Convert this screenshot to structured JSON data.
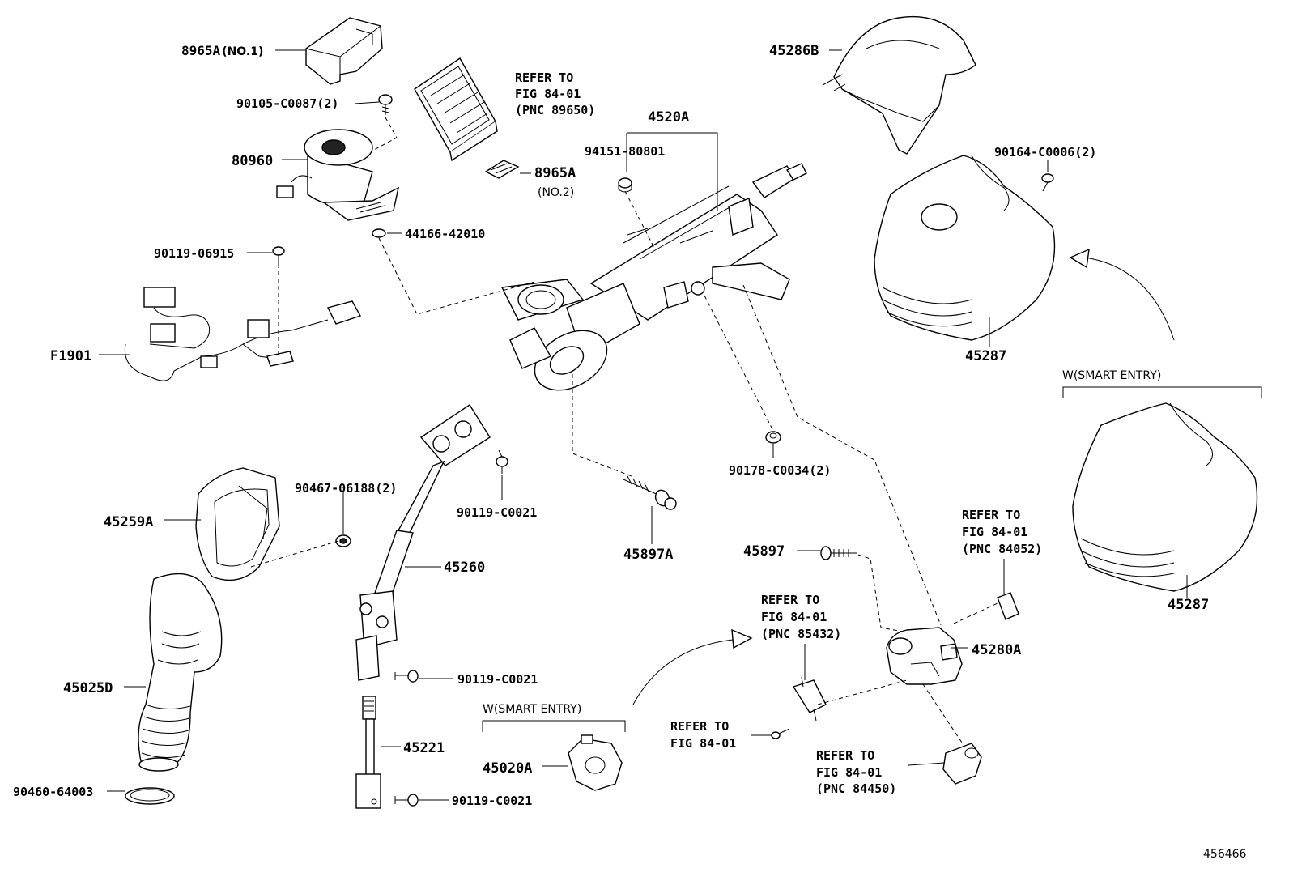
{
  "parts": {
    "p8965A_1": {
      "number": "8965A",
      "note": "(NO.1)"
    },
    "p90105": "90105-C0087(2)",
    "p80960": "80960",
    "p44166": "44166-42010",
    "p90119_06915": "90119-06915",
    "pF1901": "F1901",
    "p8965A_2": {
      "number": "8965A",
      "note": "(NO.2)"
    },
    "p4520A": "4520A",
    "p94151": "94151-80801",
    "p45286B": "45286B",
    "p90164": "90164-C0006(2)",
    "p45287_a": "45287",
    "p45287_b": "45287",
    "p45259A": "45259A",
    "p90467": "90467-06188(2)",
    "p90119_C0021_a": "90119-C0021",
    "p45260": "45260",
    "p45897A": "45897A",
    "p90178": "90178-C0034(2)",
    "p45897": "45897",
    "p45280A": "45280A",
    "p45025D": "45025D",
    "p90119_C0021_b": "90119-C0021",
    "p45221": "45221",
    "p90119_C0021_c": "90119-C0021",
    "p45020A": "45020A",
    "p90460": "90460-64003"
  },
  "refs": {
    "r89650": [
      "REFER TO",
      "FIG 84-01",
      "(PNC 89650)"
    ],
    "r84052": [
      "REFER TO",
      "FIG 84-01",
      "(PNC 84052)"
    ],
    "r85432": [
      "REFER TO",
      "FIG 84-01",
      "(PNC 85432)"
    ],
    "r8401": [
      "REFER TO",
      "FIG 84-01"
    ],
    "r84450": [
      "REFER TO",
      "FIG 84-01",
      "(PNC 84450)"
    ]
  },
  "smart_entry_right": "W(SMART ENTRY)",
  "smart_entry_bottom": "W(SMART ENTRY)",
  "figure_number": "456466"
}
